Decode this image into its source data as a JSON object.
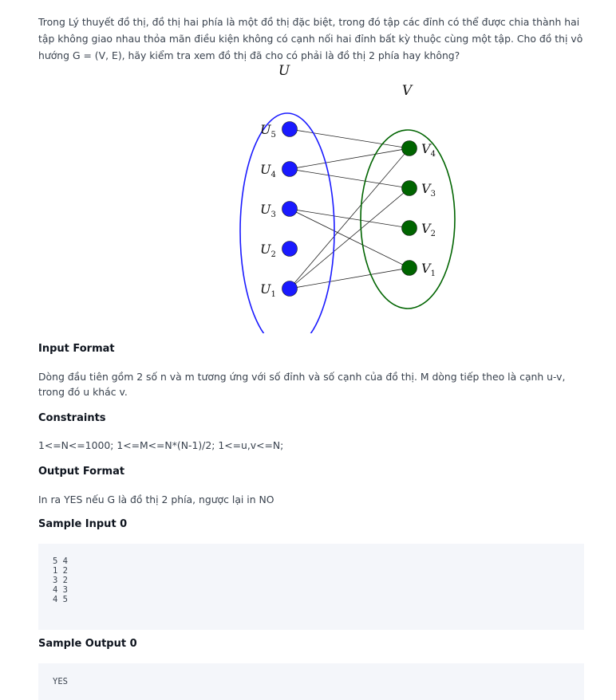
{
  "problem": {
    "intro": "Trong Lý thuyết đồ thị, đồ thị hai phía là một đồ thị đặc biệt, trong đó tập các đỉnh có thể được chia thành hai tập không giao nhau thỏa mãn điều kiện không có cạnh nối hai đỉnh bất kỳ thuộc cùng một tập. Cho đồ thị vô hướng G = (V, E), hãy kiểm tra xem đồ thị đã cho có phải là đồ thị 2 phía hay không?"
  },
  "figure": {
    "left_set_label": "U",
    "right_set_label": "V",
    "left_color": "#1a1aff",
    "right_color": "#006400",
    "left_nodes": [
      {
        "name": "U",
        "sub": "5"
      },
      {
        "name": "U",
        "sub": "4"
      },
      {
        "name": "U",
        "sub": "3"
      },
      {
        "name": "U",
        "sub": "2"
      },
      {
        "name": "U",
        "sub": "1"
      }
    ],
    "right_nodes": [
      {
        "name": "V",
        "sub": "4"
      },
      {
        "name": "V",
        "sub": "3"
      },
      {
        "name": "V",
        "sub": "2"
      },
      {
        "name": "V",
        "sub": "1"
      }
    ],
    "edges": [
      [
        "U5",
        "V4"
      ],
      [
        "U4",
        "V4"
      ],
      [
        "U4",
        "V3"
      ],
      [
        "U3",
        "V2"
      ],
      [
        "U3",
        "V1"
      ],
      [
        "U1",
        "V4"
      ],
      [
        "U1",
        "V3"
      ],
      [
        "U1",
        "V1"
      ]
    ]
  },
  "sections": {
    "input_format": {
      "title": "Input Format",
      "body": "Dòng đầu tiên gồm 2 số n và m tương ứng với số đỉnh và số cạnh của đồ thị. M dòng tiếp theo là cạnh u-v, trong đó u khác v."
    },
    "constraints": {
      "title": "Constraints",
      "body": "1<=N<=1000; 1<=M<=N*(N-1)/2; 1<=u,v<=N;"
    },
    "output_format": {
      "title": "Output Format",
      "body": "In ra YES nếu G là đồ thị 2 phía, ngược lại in NO"
    },
    "sample_input": {
      "title": "Sample Input 0",
      "lines": [
        "5 4",
        "1 2",
        "3 2",
        "4 3",
        "4 5"
      ]
    },
    "sample_output": {
      "title": "Sample Output 0",
      "lines": [
        "YES"
      ]
    }
  }
}
